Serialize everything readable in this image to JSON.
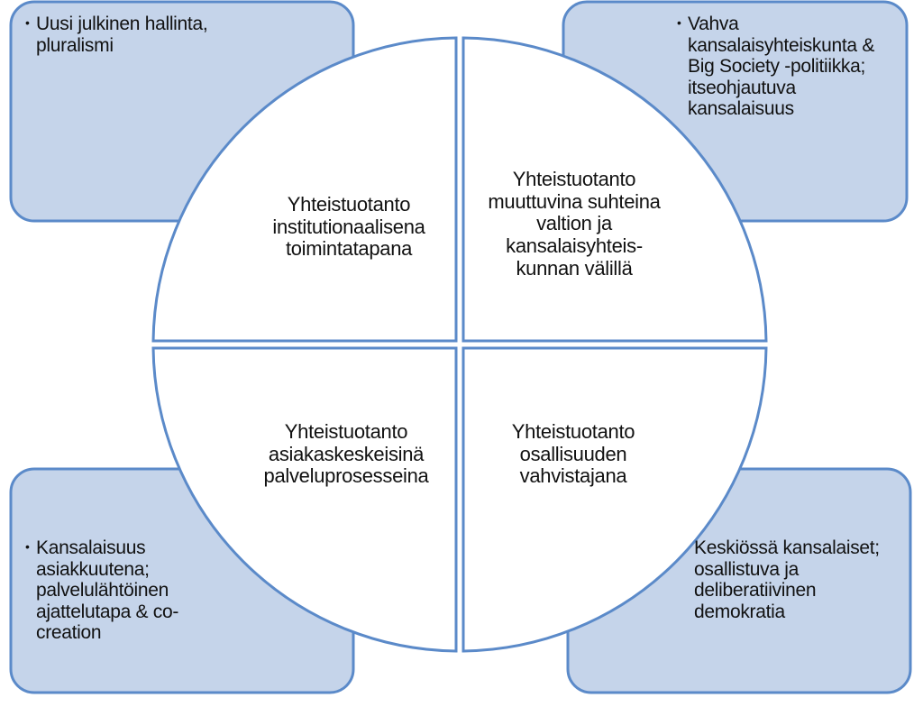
{
  "colors": {
    "corner_fill": "#c5d4ea",
    "corner_stroke": "#5b8ac9",
    "circle_fill": "#ffffff",
    "circle_stroke": "#5b8ac9",
    "text": "#111111"
  },
  "corners": {
    "top_left": {
      "bullet": "•",
      "lines": [
        "Uusi julkinen hallinta,",
        "pluralismi"
      ]
    },
    "top_right": {
      "bullet": "•",
      "lines": [
        "Vahva",
        "kansalaisyhteiskunta &",
        "Big Society -politiikka;",
        "itseohjautuva",
        "kansalaisuus"
      ]
    },
    "bottom_left": {
      "bullet": "•",
      "lines": [
        "Kansalaisuus",
        "asiakkuutena;",
        "palvelulähtöinen",
        "ajattelutapa & co-",
        "creation"
      ]
    },
    "bottom_right": {
      "lines": [
        "Keskiössä kansalaiset;",
        "osallistuva ja",
        "deliberatiivinen",
        "demokratia"
      ]
    }
  },
  "quadrants": {
    "top_left": {
      "lines": [
        "Yhteistuotanto",
        "institutionaalisena",
        "toimintatapana"
      ]
    },
    "top_right": {
      "lines": [
        "Yhteistuotanto",
        "muuttuvina suhteina",
        "valtion ja",
        "kansalaisyhteis-",
        "kunnan välillä"
      ]
    },
    "bottom_left": {
      "lines": [
        "Yhteistuotanto",
        "asiakaskeskeisinä",
        "palveluprosesseina"
      ]
    },
    "bottom_right": {
      "lines": [
        "Yhteistuotanto",
        "osallisuuden",
        "vahvistajana"
      ]
    }
  }
}
